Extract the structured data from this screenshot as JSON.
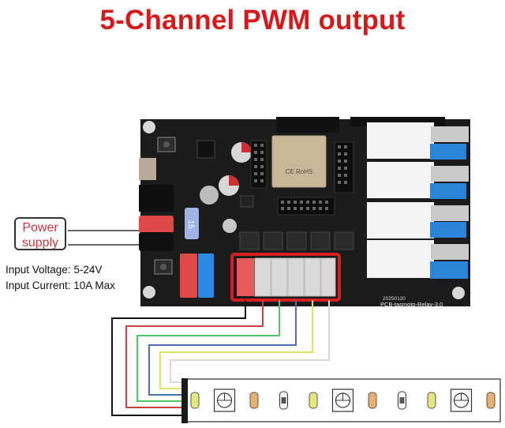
{
  "title": "5-Channel PWM output",
  "power_supply": {
    "label_line1": "Power",
    "label_line2": "supply",
    "input_voltage": "Input Voltage: 5-24V",
    "input_current": "Input Current: 10A Max"
  },
  "board": {
    "module_marking": "CE RoHS",
    "fuse_label": "15",
    "board_name": "PCB-tasmoto-Relay-3.0",
    "date_code": "20250120",
    "relay_count": 4,
    "pwm_channels": 5
  },
  "wiring": {
    "wires": [
      {
        "name": "black",
        "color": "#111111"
      },
      {
        "name": "red",
        "color": "#c84040"
      },
      {
        "name": "green",
        "color": "#4cc46a"
      },
      {
        "name": "blue",
        "color": "#4a6fb0"
      },
      {
        "name": "yellow",
        "color": "#e0e060"
      },
      {
        "name": "white",
        "color": "#d8d8d8"
      }
    ]
  },
  "led_strip": {
    "components": [
      "led-yellow",
      "rgb-5050",
      "led-amber",
      "resistor",
      "led-yellow",
      "rgb-5050",
      "led-amber",
      "resistor",
      "led-yellow",
      "rgb-5050",
      "led-amber"
    ]
  },
  "colors": {
    "title": "#d41a1a",
    "highlight_box": "#d42020",
    "pcb": "#1a1a1a"
  }
}
